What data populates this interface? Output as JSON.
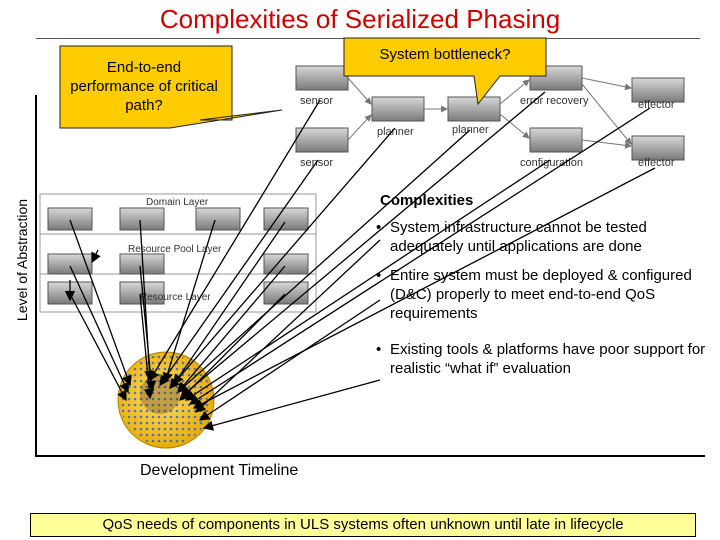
{
  "title": "Complexities of Serialized Phasing",
  "axes": {
    "y_label": "Level of Abstraction",
    "x_label": "Development Timeline"
  },
  "callouts": {
    "end_to_end": "End-to-end performance of critical path?",
    "bottleneck": "System bottleneck?"
  },
  "system_diagram": {
    "labels": {
      "sensor_top": "sensor",
      "sensor_bottom": "sensor",
      "planner_left": "planner",
      "planner_right": "planner",
      "error_recovery": "error recovery",
      "configuration": "configuration",
      "effector_top": "effector",
      "effector_bottom": "effector"
    }
  },
  "layers": {
    "domain": "Domain Layer",
    "resource_pool": "Resource Pool Layer",
    "resource": "Resource Layer"
  },
  "complexities": {
    "heading": "Complexities",
    "bullet_char": "•",
    "items": [
      "System infrastructure cannot be tested adequately until applications are done",
      "Entire system must be deployed & configured (D&C) properly to meet end-to-end QoS requirements",
      "Existing tools & platforms have poor support for realistic “what if” evaluation"
    ]
  },
  "footer": "QoS needs of components in ULS systems often unknown until late in lifecycle",
  "colors": {
    "title": "#cc0000",
    "callout_fill": "#ffcc00",
    "footer_fill": "#ffff99",
    "globe_fill": "#f5b800",
    "globe_dots": "#3366cc"
  }
}
